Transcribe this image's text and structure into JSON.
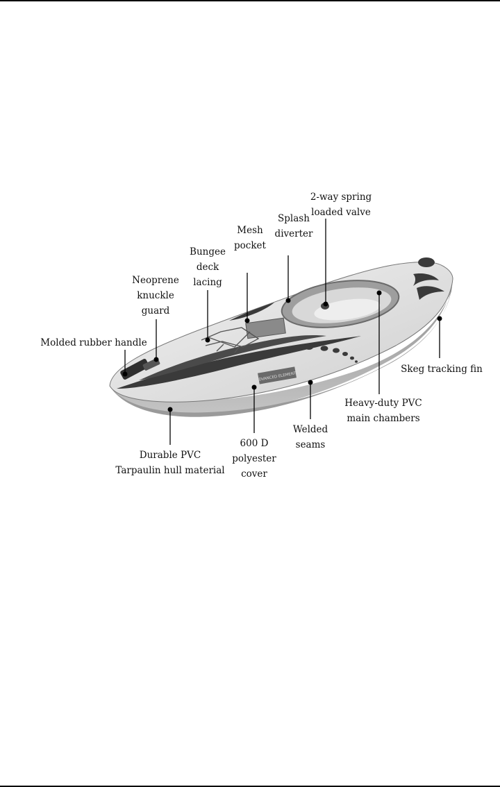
{
  "callouts": {
    "valve": [
      "2-way spring",
      "loaded valve"
    ],
    "splash": [
      "Splash",
      "diverter"
    ],
    "mesh": [
      "Mesh",
      "pocket"
    ],
    "bungee": [
      "Bungee",
      "deck",
      "lacing"
    ],
    "neoprene": [
      "Neoprene",
      "knuckle",
      "guard"
    ],
    "handle": [
      "Molded rubber handle"
    ],
    "skeg": [
      "Skeg tracking fin"
    ],
    "chambers": [
      "Heavy-duty PVC",
      "main chambers"
    ],
    "seams": [
      "Welded",
      "seams"
    ],
    "cover": [
      "600 D",
      "polyester",
      "cover"
    ],
    "hull": [
      "Durable PVC",
      "Tarpaulin hull material"
    ]
  },
  "kayak": {
    "brand_text": "ADVANCED ELEMENTS",
    "hull_color": "#a7a7a7",
    "deck_color": "#e2e2e2",
    "accent_color": "#3a3a3a"
  }
}
